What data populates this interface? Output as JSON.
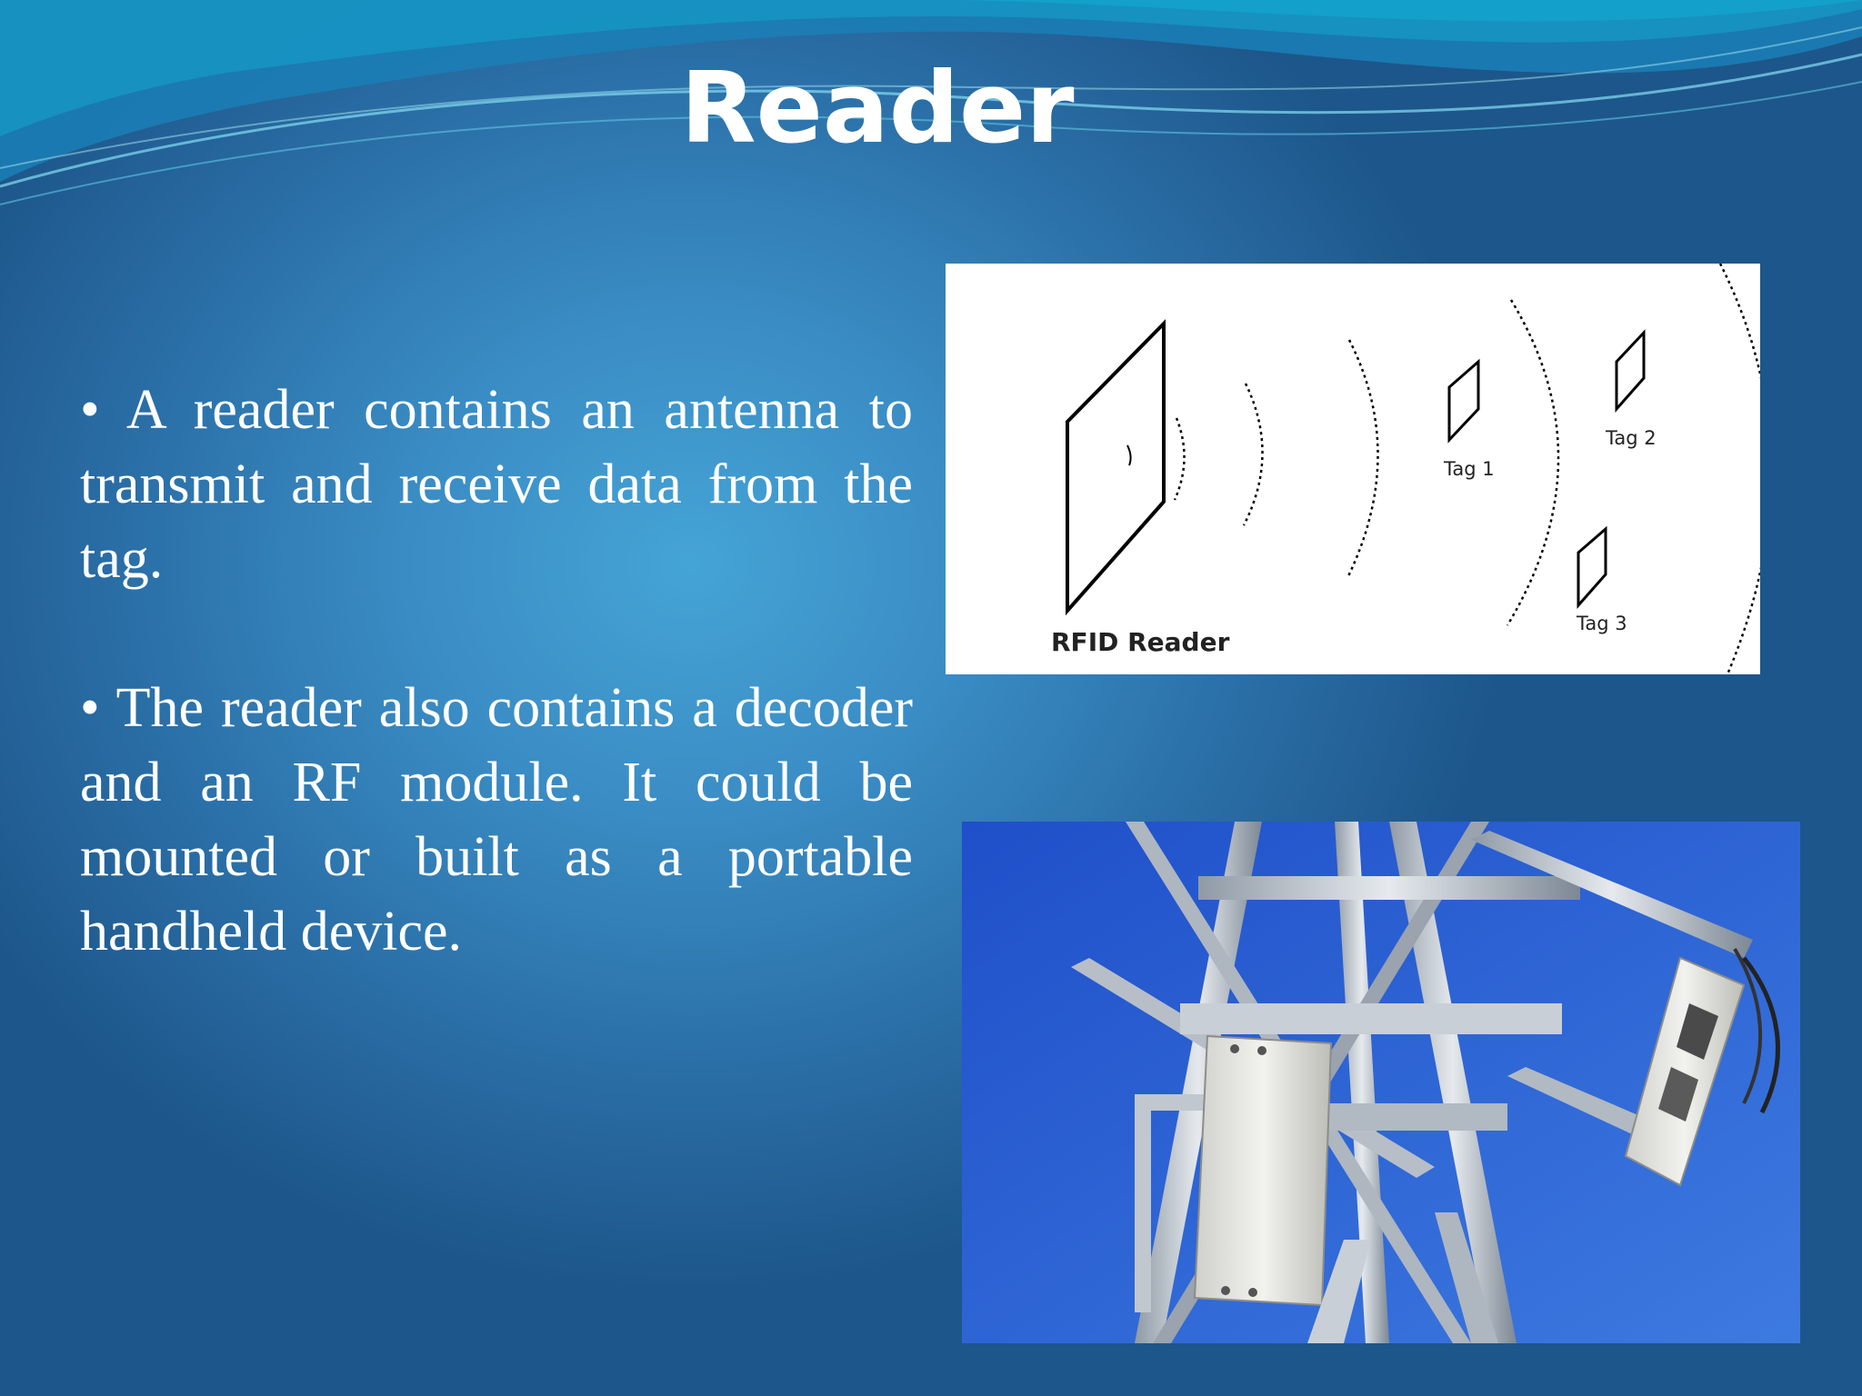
{
  "slide": {
    "title": "Reader",
    "bullets": [
      "• A reader contains an antenna to transmit and receive data from the tag.",
      "• The reader also contains a decoder and an RF module. It could be mounted or built as a portable handheld device."
    ]
  },
  "diagram": {
    "reader_label": "RFID Reader",
    "tag1_label": "Tag 1",
    "tag2_label": "Tag 2",
    "tag3_label": "Tag 3"
  },
  "colors": {
    "background": "#3a8cc4",
    "text": "#ffffff",
    "sky": "#2a5fd0"
  },
  "icons": {
    "photo": "rfid-reader-tower-photo"
  }
}
